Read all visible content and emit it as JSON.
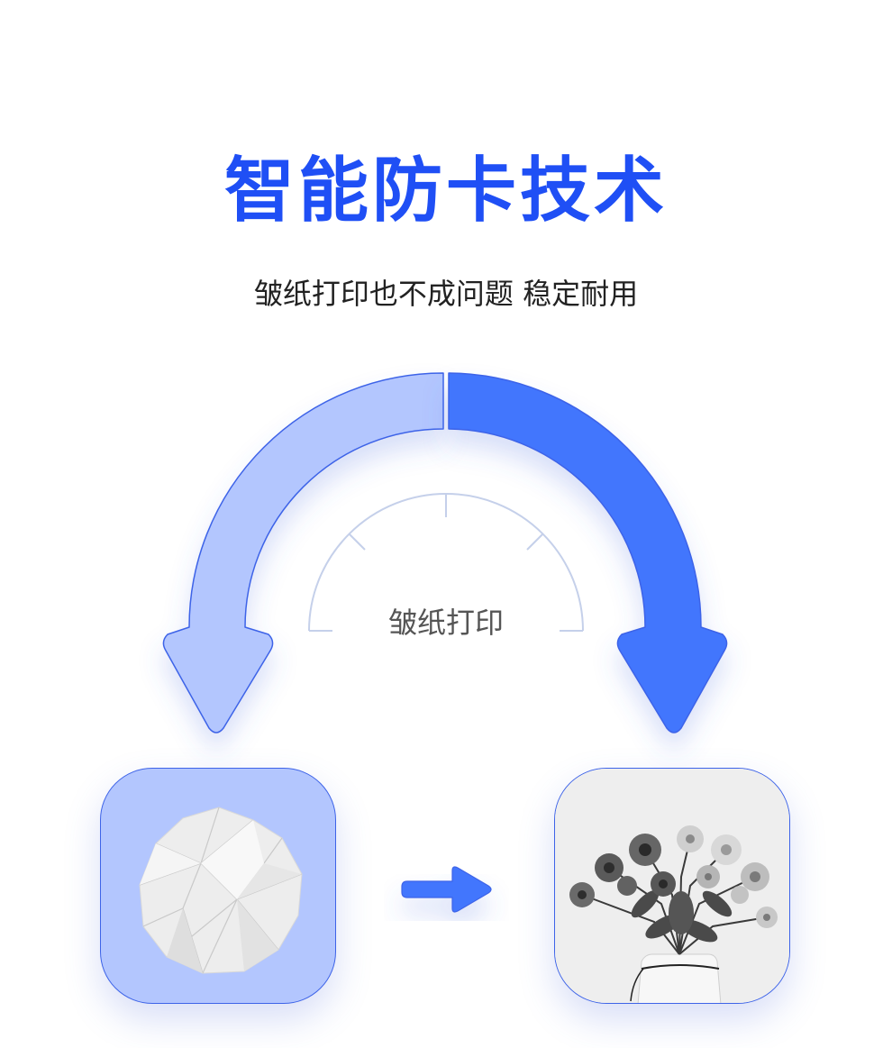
{
  "header": {
    "title": "智能防卡技术",
    "subtitle": "皱纸打印也不成问题 稳定耐用"
  },
  "diagram": {
    "gauge_label": "皱纸打印",
    "colors": {
      "accent": "#1f4ff5",
      "arrow_dark": "#4276fd",
      "arrow_light": "#b3c6fe",
      "outline": "#3d63e8",
      "gauge_line": "#c5d0ea"
    },
    "before_image": "crumpled-paper",
    "after_image": "flower-vase-photo"
  }
}
